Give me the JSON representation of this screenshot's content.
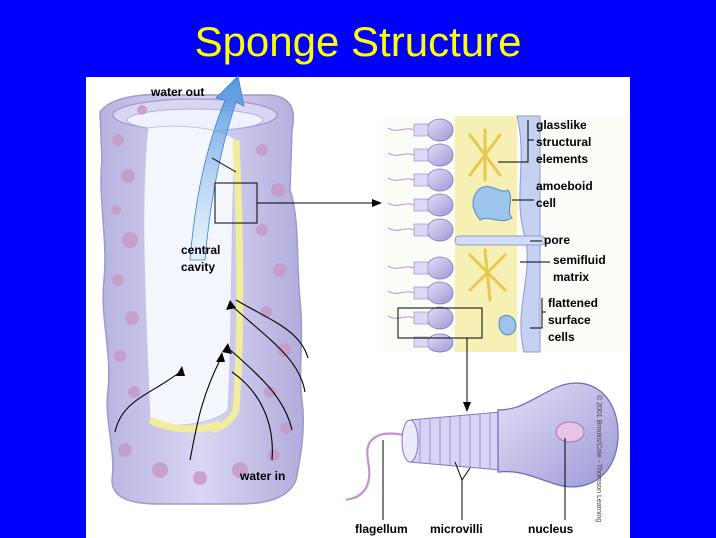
{
  "title": "Sponge Structure",
  "labels": {
    "water_out": "water out",
    "central_cavity": [
      "central",
      "cavity"
    ],
    "water_in": "water in",
    "glasslike": [
      "glasslike",
      "structural",
      "elements"
    ],
    "amoeboid": [
      "amoeboid",
      "cell"
    ],
    "pore": "pore",
    "semifluid": [
      "semifluid",
      "matrix"
    ],
    "flattened": [
      "flattened",
      "surface",
      "cells"
    ],
    "flagellum": "flagellum",
    "microvilli": "microvilli",
    "nucleus": "nucleus"
  },
  "credit": "© 2001 Brooks/Cole - Thomson Learning",
  "colors": {
    "background": "#0000ff",
    "title": "#ffff00",
    "sponge_body": "#cdc6ea",
    "sponge_spots": "#c79bc8",
    "inner_layer": "#f3f0a0",
    "water_arrow": "#6aa8e8",
    "cell_body": "#c9c3ee"
  }
}
